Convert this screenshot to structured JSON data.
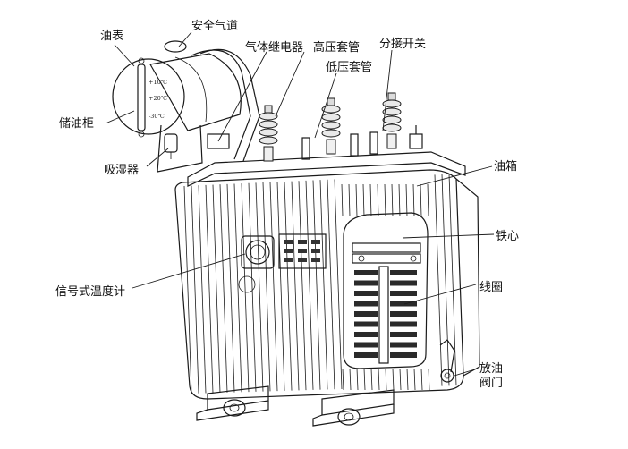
{
  "labels": {
    "oil_gauge": "油表",
    "safety_airway": "安全气道",
    "gas_relay": "气体继电器",
    "hv_bushing": "高压套管",
    "lv_bushing": "低压套管",
    "tap_switch": "分接开关",
    "conservator": "储油柜",
    "breather": "吸湿器",
    "oil_tank": "油箱",
    "iron_core": "铁心",
    "thermometer": "信号式温度计",
    "winding": "线圈",
    "drain_valve_line1": "放油",
    "drain_valve_line2": "阀门"
  },
  "gauge_scale": {
    "top": "+10℃",
    "mid": "+20℃",
    "bottom": "-30℃"
  }
}
